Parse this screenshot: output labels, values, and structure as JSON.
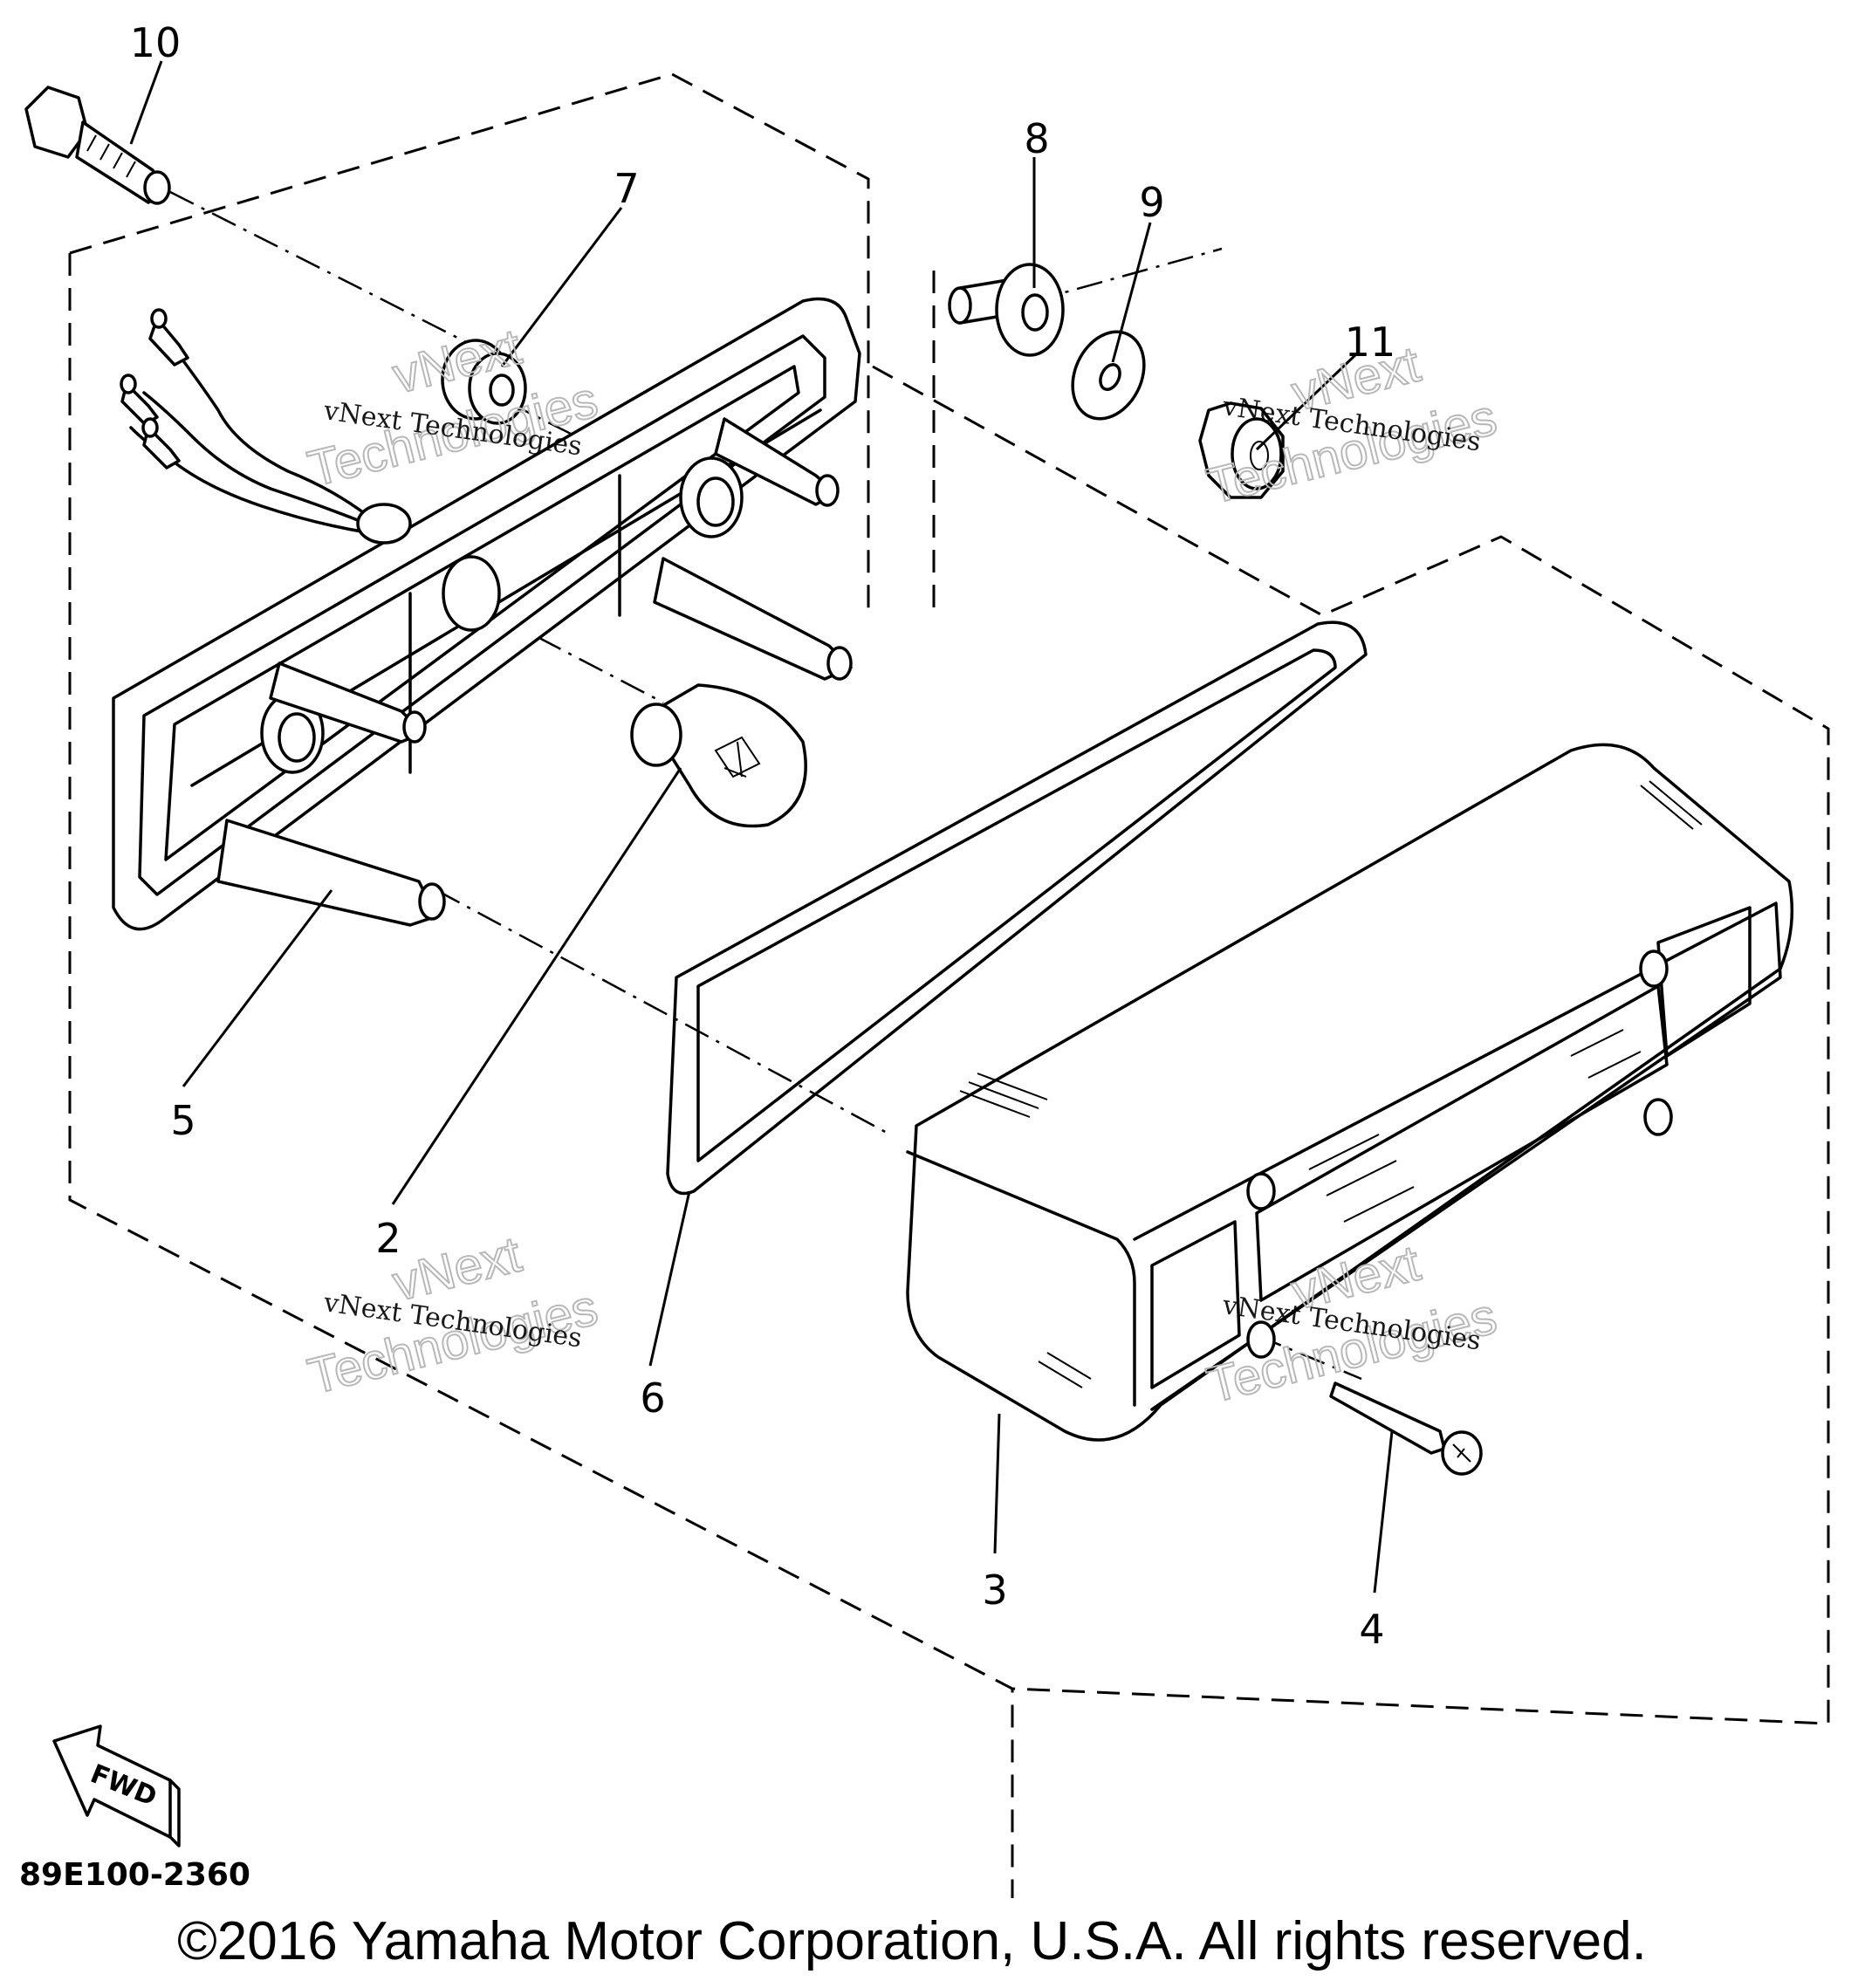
{
  "diagram": {
    "callouts": [
      {
        "id": "10",
        "text": "10"
      },
      {
        "id": "7",
        "text": "7"
      },
      {
        "id": "8",
        "text": "8"
      },
      {
        "id": "9",
        "text": "9"
      },
      {
        "id": "11",
        "text": "11"
      },
      {
        "id": "5",
        "text": "5"
      },
      {
        "id": "2",
        "text": "2"
      },
      {
        "id": "6",
        "text": "6"
      },
      {
        "id": "3",
        "text": "3"
      },
      {
        "id": "4",
        "text": "4"
      }
    ],
    "fwd_label": "FWD",
    "diagram_code": "89E100-2360",
    "copyright": "©2016 Yamaha Motor Corporation, U.S.A. All rights reserved."
  },
  "watermarks": [
    {
      "line1": "vNext Technologies",
      "big1": "vNext",
      "big2": "Technologies"
    },
    {
      "line1": "vNext Technologies",
      "big1": "vNext",
      "big2": "Technologies"
    },
    {
      "line1": "vNext Technologies",
      "big1": "vNext",
      "big2": "Technologies"
    },
    {
      "line1": "vNext Technologies",
      "big1": "vNext",
      "big2": "Technologies"
    }
  ],
  "colors": {
    "ink": "#000000",
    "paper": "#ffffff",
    "watermark_outline": "#b8b8b8"
  }
}
